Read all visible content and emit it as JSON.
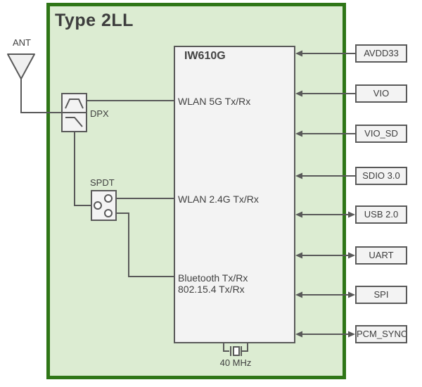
{
  "diagram": {
    "module": {
      "title": "Type 2LL"
    },
    "antenna": {
      "label": "ANT"
    },
    "rf_path": {
      "diplexer": {
        "label": "DPX"
      },
      "switch": {
        "label": "SPDT"
      }
    },
    "chip": {
      "name": "IW610G",
      "ports": {
        "wlan5g": "WLAN 5G Tx/Rx",
        "wlan24g": "WLAN 2.4G Tx/Rx",
        "bluetooth": "Bluetooth Tx/Rx",
        "ieee802154": "802.15.4 Tx/Rx"
      }
    },
    "crystal": {
      "label": "40 MHz"
    },
    "io_ports": [
      {
        "label": "AVDD33",
        "direction": "input"
      },
      {
        "label": "VIO",
        "direction": "input"
      },
      {
        "label": "VIO_SD",
        "direction": "input"
      },
      {
        "label": "SDIO 3.0",
        "direction": "input"
      },
      {
        "label": "USB 2.0",
        "direction": "bidirectional"
      },
      {
        "label": "UART",
        "direction": "bidirectional"
      },
      {
        "label": "SPI",
        "direction": "bidirectional"
      },
      {
        "label": "PCM_SYNC",
        "direction": "bidirectional"
      }
    ],
    "colors": {
      "module_fill": "#dcecd2",
      "module_border": "#2f7617",
      "block_fill": "#f3f3f3",
      "block_border": "#595959",
      "line": "#595959",
      "text": "#3f3f3f"
    }
  }
}
